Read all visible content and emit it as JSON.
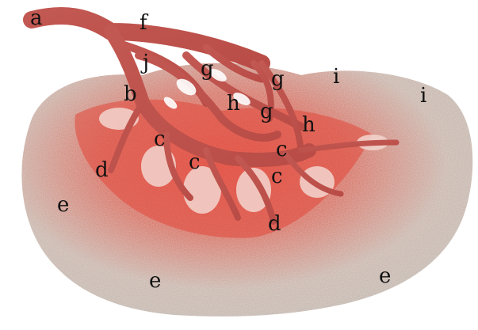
{
  "figure": {
    "labels": [
      {
        "text": "a",
        "name": "label-a"
      },
      {
        "text": "f",
        "name": "label-f"
      },
      {
        "text": "j",
        "name": "label-j"
      },
      {
        "text": "g",
        "name": "label-g-1"
      },
      {
        "text": "g",
        "name": "label-g-2"
      },
      {
        "text": "i",
        "name": "label-i-1"
      },
      {
        "text": "i",
        "name": "label-i-2"
      },
      {
        "text": "b",
        "name": "label-b"
      },
      {
        "text": "h",
        "name": "label-h-1"
      },
      {
        "text": "g",
        "name": "label-g-3"
      },
      {
        "text": "h",
        "name": "label-h-2"
      },
      {
        "text": "c",
        "name": "label-c-1"
      },
      {
        "text": "c",
        "name": "label-c-2"
      },
      {
        "text": "c",
        "name": "label-c-3"
      },
      {
        "text": "c",
        "name": "label-c-4"
      },
      {
        "text": "d",
        "name": "label-d-1"
      },
      {
        "text": "d",
        "name": "label-d-2"
      },
      {
        "text": "e",
        "name": "label-e-1"
      },
      {
        "text": "e",
        "name": "label-e-2"
      },
      {
        "text": "e",
        "name": "label-e-3"
      }
    ]
  }
}
